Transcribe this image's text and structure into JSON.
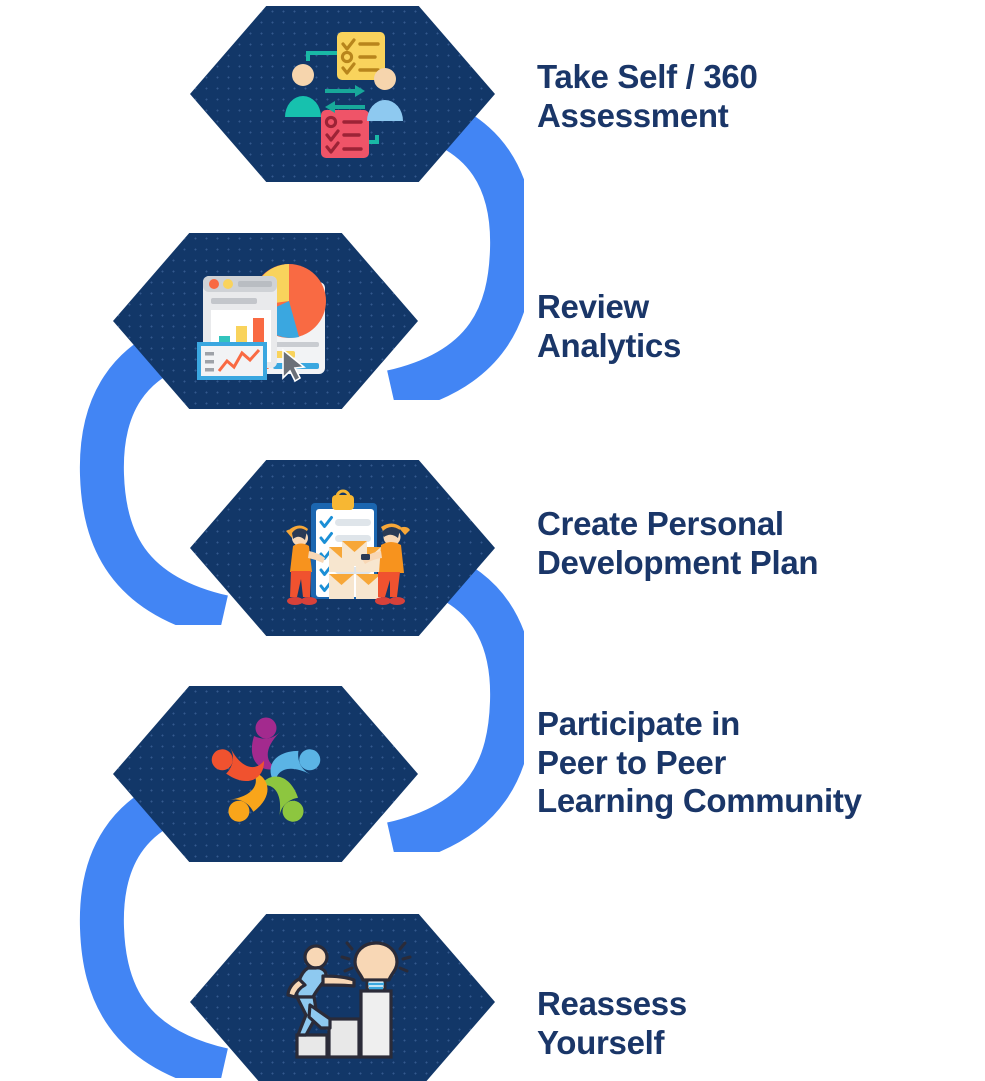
{
  "meta": {
    "title": "Professional Development Journey Steps",
    "colors": {
      "hex_fill": "#123768",
      "connector_blue": "#4285F4",
      "label_text": "#1a3668",
      "background": "#ffffff"
    }
  },
  "steps": [
    {
      "index": 1,
      "label": "Take Self / 360\nAssessment",
      "icon": "self-360-assessment-icon",
      "icon_description": "Two people exchanging checklists with bidirectional arrows",
      "icon_colors": [
        "#1ab8a6",
        "#8ec9f0",
        "#f9d35c",
        "#ef5468"
      ]
    },
    {
      "index": 2,
      "label": "Review\nAnalytics",
      "icon": "review-analytics-icon",
      "icon_description": "Dashboard window with bar chart, pie chart, line chart and cursor",
      "icon_colors": [
        "#f96a43",
        "#f9d35c",
        "#3aa7e0",
        "#32c4bd"
      ]
    },
    {
      "index": 3,
      "label": "Create Personal\nDevelopment Plan",
      "icon": "personal-development-plan-icon",
      "icon_description": "Clipboard checklist with two workers stacking boxes",
      "icon_colors": [
        "#f7941e",
        "#ef4b3c",
        "#1b66b0",
        "#ffffff"
      ]
    },
    {
      "index": 4,
      "label": "Participate in\nPeer to Peer\nLearning Community",
      "icon": "peer-learning-community-icon",
      "icon_description": "Five stylized people arranged in a circle in five colors",
      "icon_colors": [
        "#a32a8e",
        "#5bb4e5",
        "#8dc63f",
        "#f9a51a",
        "#f0522f"
      ]
    },
    {
      "index": 5,
      "label": "Reassess\nYourself",
      "icon": "reassess-yourself-icon",
      "icon_description": "Person climbing ascending bars toward a lightbulb",
      "icon_colors": [
        "#8ec9f0",
        "#f8d7b5",
        "#e8e8e8",
        "#2b2b38"
      ]
    }
  ]
}
